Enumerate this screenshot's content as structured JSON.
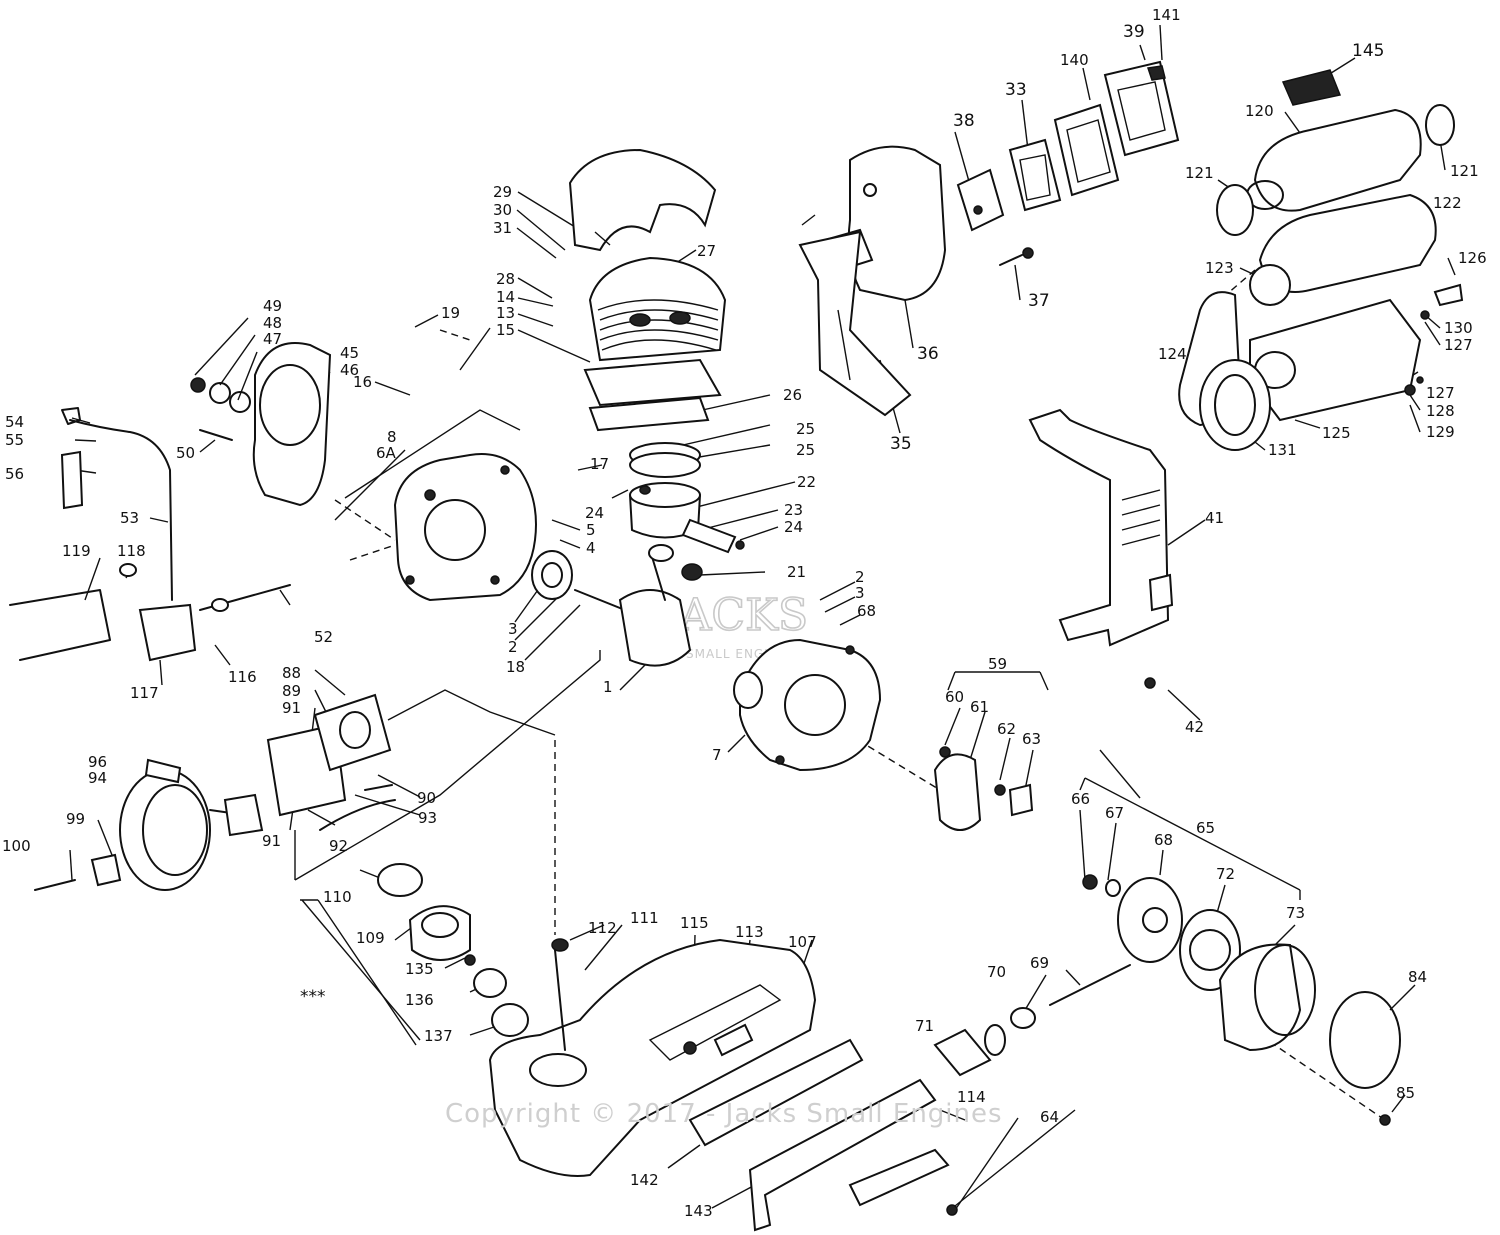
{
  "diagram": {
    "callouts": [
      {
        "id": "c1",
        "text": "1"
      },
      {
        "id": "c2a",
        "text": "2"
      },
      {
        "id": "c2b",
        "text": "2"
      },
      {
        "id": "c3a",
        "text": "3"
      },
      {
        "id": "c3b",
        "text": "3"
      },
      {
        "id": "c4",
        "text": "4"
      },
      {
        "id": "c5",
        "text": "5"
      },
      {
        "id": "c6a",
        "text": "6A"
      },
      {
        "id": "c7",
        "text": "7"
      },
      {
        "id": "c8",
        "text": "8"
      },
      {
        "id": "c13",
        "text": "13"
      },
      {
        "id": "c14",
        "text": "14"
      },
      {
        "id": "c15",
        "text": "15"
      },
      {
        "id": "c16",
        "text": "16"
      },
      {
        "id": "c17",
        "text": "17"
      },
      {
        "id": "c18",
        "text": "18"
      },
      {
        "id": "c19",
        "text": "19"
      },
      {
        "id": "c21",
        "text": "21"
      },
      {
        "id": "c22",
        "text": "22"
      },
      {
        "id": "c23",
        "text": "23"
      },
      {
        "id": "c24a",
        "text": "24"
      },
      {
        "id": "c24b",
        "text": "24"
      },
      {
        "id": "c25a",
        "text": "25"
      },
      {
        "id": "c25b",
        "text": "25"
      },
      {
        "id": "c26",
        "text": "26"
      },
      {
        "id": "c27",
        "text": "27"
      },
      {
        "id": "c28",
        "text": "28"
      },
      {
        "id": "c29",
        "text": "29"
      },
      {
        "id": "c30",
        "text": "30"
      },
      {
        "id": "c31",
        "text": "31"
      },
      {
        "id": "c33",
        "text": "33"
      },
      {
        "id": "c35",
        "text": "35"
      },
      {
        "id": "c36",
        "text": "36"
      },
      {
        "id": "c37",
        "text": "37"
      },
      {
        "id": "c38",
        "text": "38"
      },
      {
        "id": "c39",
        "text": "39"
      },
      {
        "id": "c41",
        "text": "41"
      },
      {
        "id": "c42",
        "text": "42"
      },
      {
        "id": "c45",
        "text": "45"
      },
      {
        "id": "c46",
        "text": "46"
      },
      {
        "id": "c47",
        "text": "47"
      },
      {
        "id": "c48",
        "text": "48"
      },
      {
        "id": "c49",
        "text": "49"
      },
      {
        "id": "c50",
        "text": "50"
      },
      {
        "id": "c52",
        "text": "52"
      },
      {
        "id": "c53",
        "text": "53"
      },
      {
        "id": "c54",
        "text": "54"
      },
      {
        "id": "c55",
        "text": "55"
      },
      {
        "id": "c56",
        "text": "56"
      },
      {
        "id": "c59",
        "text": "59"
      },
      {
        "id": "c60",
        "text": "60"
      },
      {
        "id": "c61",
        "text": "61"
      },
      {
        "id": "c62",
        "text": "62"
      },
      {
        "id": "c63",
        "text": "63"
      },
      {
        "id": "c64",
        "text": "64"
      },
      {
        "id": "c65",
        "text": "65"
      },
      {
        "id": "c66",
        "text": "66"
      },
      {
        "id": "c67",
        "text": "67"
      },
      {
        "id": "c68a",
        "text": "68"
      },
      {
        "id": "c68b",
        "text": "68"
      },
      {
        "id": "c69",
        "text": "69"
      },
      {
        "id": "c70",
        "text": "70"
      },
      {
        "id": "c71",
        "text": "71"
      },
      {
        "id": "c72",
        "text": "72"
      },
      {
        "id": "c73",
        "text": "73"
      },
      {
        "id": "c84",
        "text": "84"
      },
      {
        "id": "c85",
        "text": "85"
      },
      {
        "id": "c88",
        "text": "88"
      },
      {
        "id": "c89",
        "text": "89"
      },
      {
        "id": "c90",
        "text": "90"
      },
      {
        "id": "c91a",
        "text": "91"
      },
      {
        "id": "c91b",
        "text": "91"
      },
      {
        "id": "c92",
        "text": "92"
      },
      {
        "id": "c93",
        "text": "93"
      },
      {
        "id": "c94",
        "text": "94"
      },
      {
        "id": "c96",
        "text": "96"
      },
      {
        "id": "c99",
        "text": "99"
      },
      {
        "id": "c100",
        "text": "100"
      },
      {
        "id": "c107",
        "text": "107"
      },
      {
        "id": "c109",
        "text": "109"
      },
      {
        "id": "c110",
        "text": "110"
      },
      {
        "id": "c111",
        "text": "111"
      },
      {
        "id": "c112",
        "text": "112"
      },
      {
        "id": "c113",
        "text": "113"
      },
      {
        "id": "c114",
        "text": "114"
      },
      {
        "id": "c115",
        "text": "115"
      },
      {
        "id": "c116",
        "text": "116"
      },
      {
        "id": "c117",
        "text": "117"
      },
      {
        "id": "c118",
        "text": "118"
      },
      {
        "id": "c119",
        "text": "119"
      },
      {
        "id": "c120",
        "text": "120"
      },
      {
        "id": "c121a",
        "text": "121"
      },
      {
        "id": "c121b",
        "text": "121"
      },
      {
        "id": "c122",
        "text": "122"
      },
      {
        "id": "c123",
        "text": "123"
      },
      {
        "id": "c124",
        "text": "124"
      },
      {
        "id": "c125",
        "text": "125"
      },
      {
        "id": "c126",
        "text": "126"
      },
      {
        "id": "c127a",
        "text": "127"
      },
      {
        "id": "c127b",
        "text": "127"
      },
      {
        "id": "c128",
        "text": "128"
      },
      {
        "id": "c129",
        "text": "129"
      },
      {
        "id": "c130",
        "text": "130"
      },
      {
        "id": "c131",
        "text": "131"
      },
      {
        "id": "c135",
        "text": "135"
      },
      {
        "id": "c136",
        "text": "136"
      },
      {
        "id": "c137",
        "text": "137"
      },
      {
        "id": "c140",
        "text": "140"
      },
      {
        "id": "c141",
        "text": "141"
      },
      {
        "id": "c142",
        "text": "142"
      },
      {
        "id": "c143",
        "text": "143"
      },
      {
        "id": "c145",
        "text": "145"
      },
      {
        "id": "cstar",
        "text": "***"
      }
    ]
  },
  "watermark": {
    "logo": "JACKS",
    "logo_sub": "SMALL ENGINES",
    "copyright": "Copyright © 2017 - Jacks Small Engines"
  }
}
